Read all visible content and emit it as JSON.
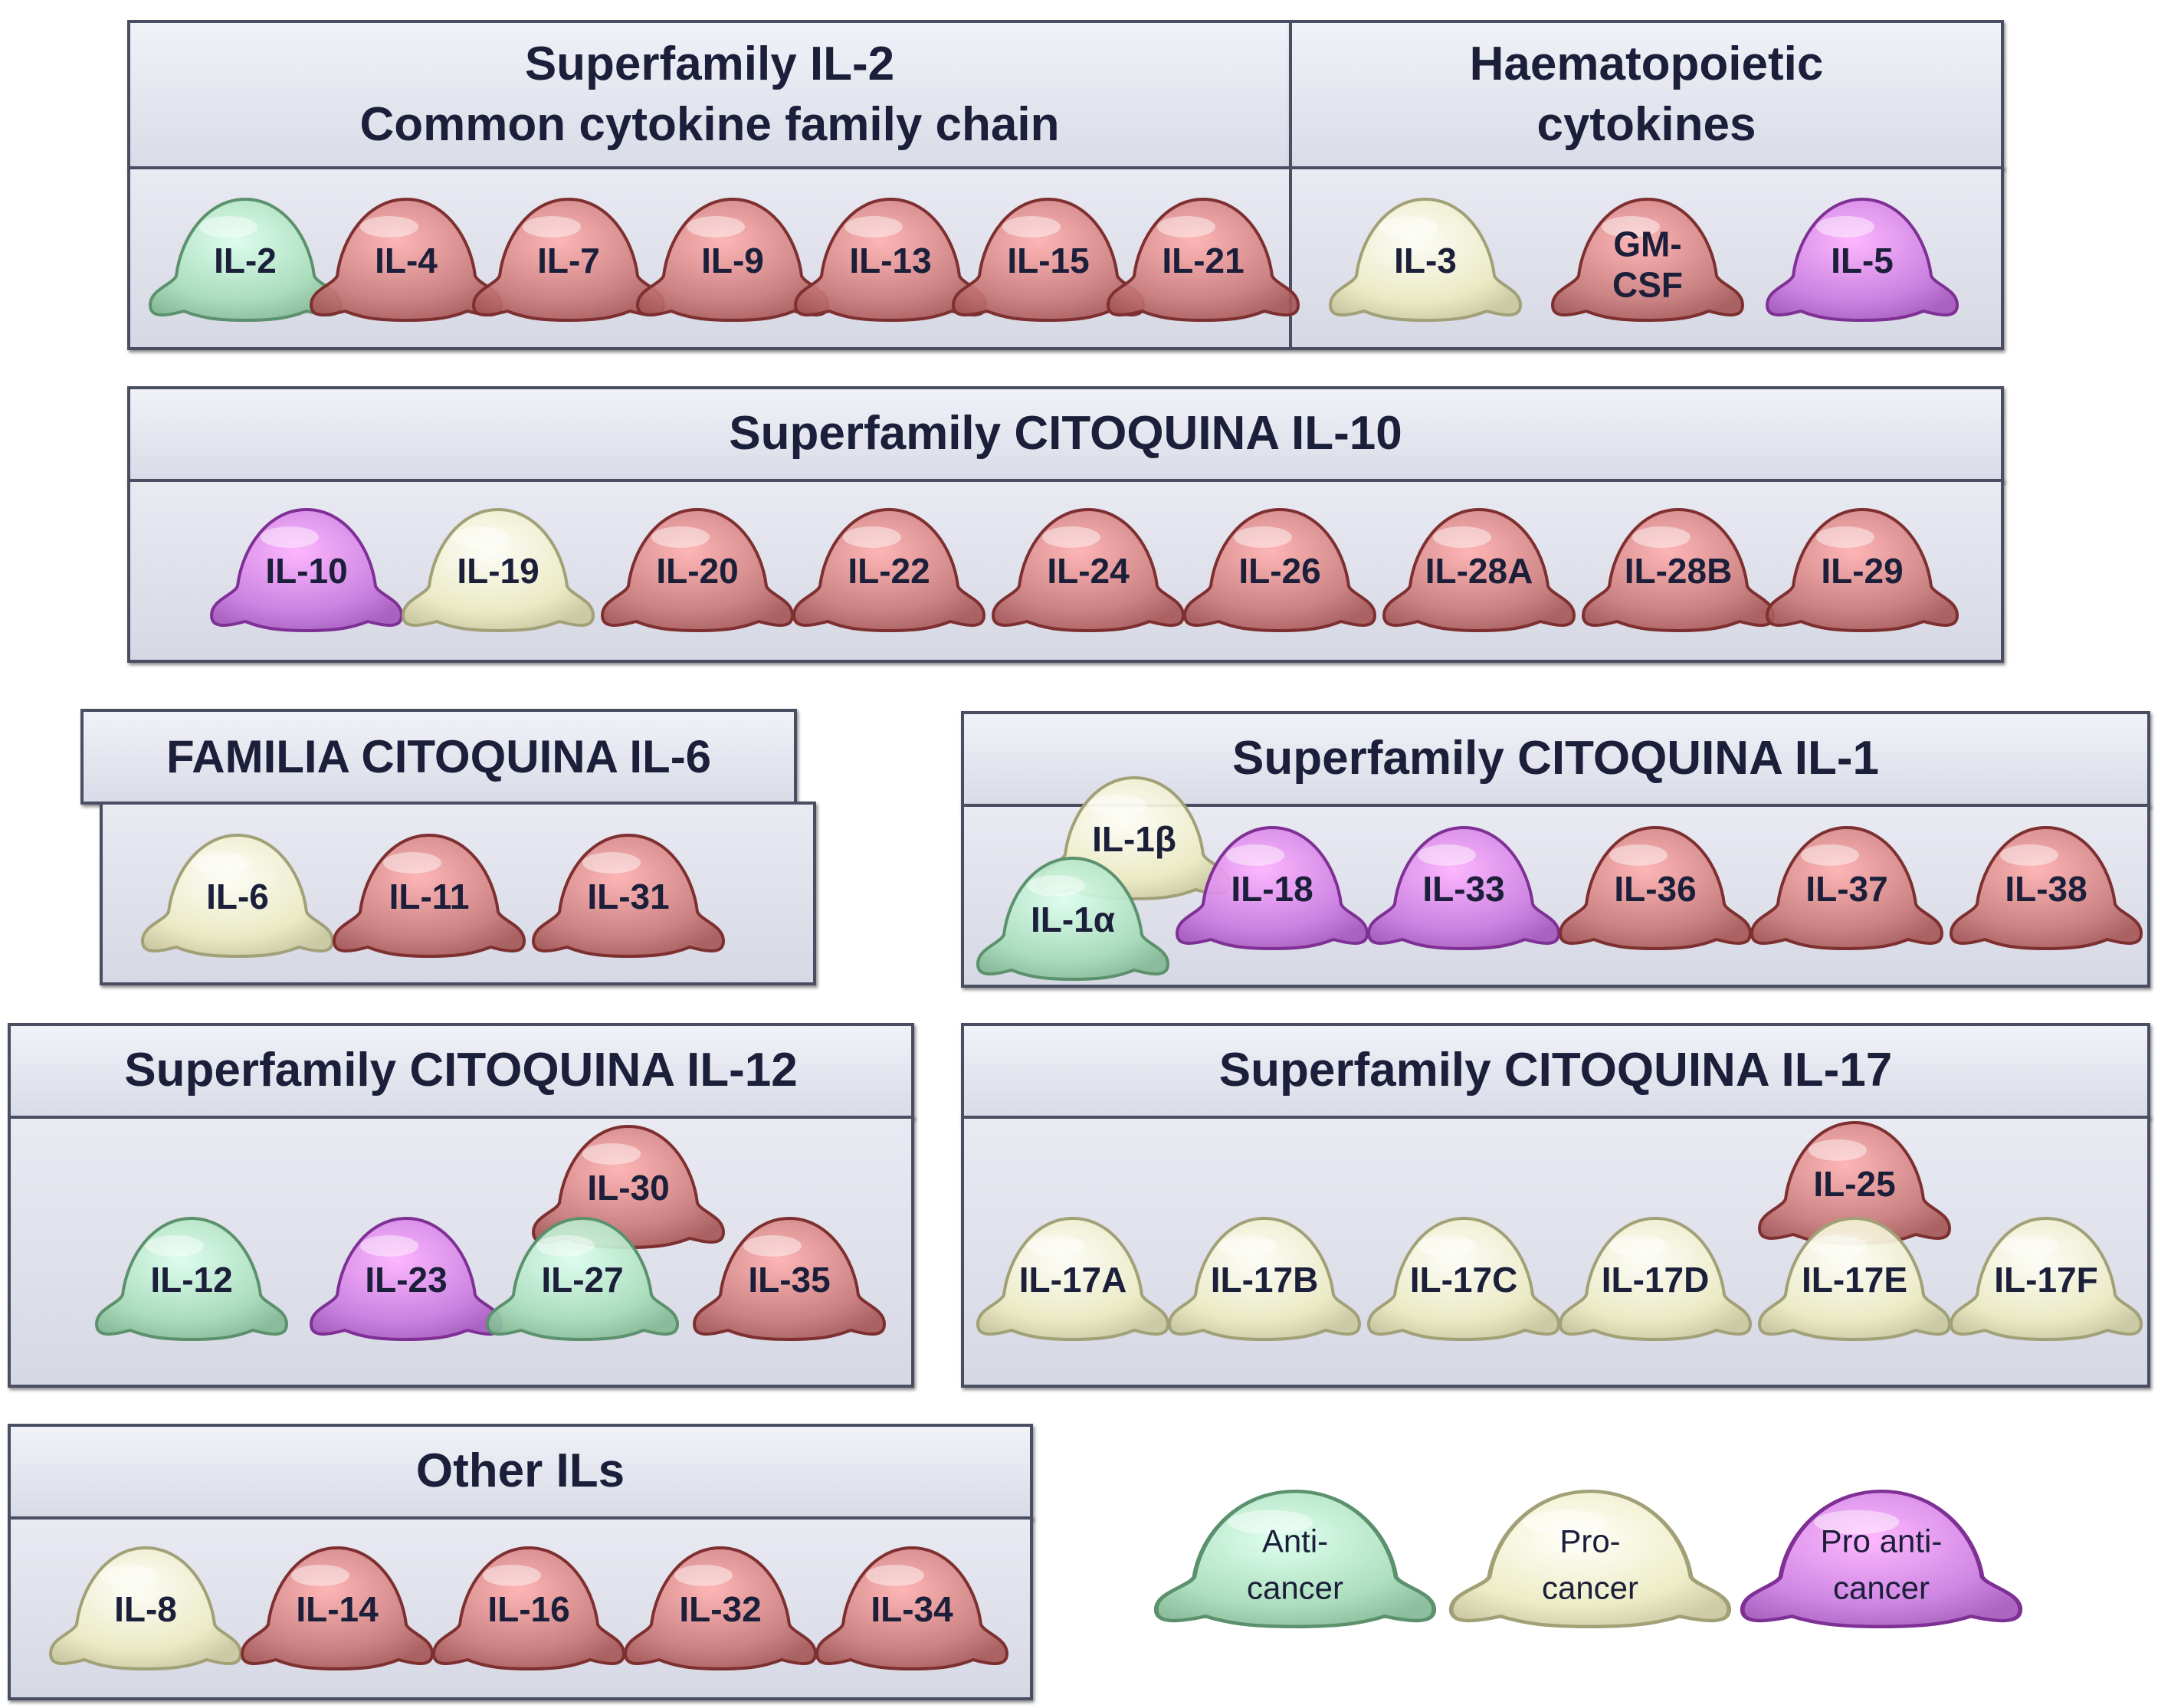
{
  "colors": {
    "red": "#c97a7a",
    "green": "#a6dcb8",
    "yellow": "#ecebc2",
    "purple": "#c97be0"
  },
  "families": {
    "il2": {
      "title": "Superfamily IL-2\nCommon cytokine family chain",
      "items": [
        {
          "label": "IL-2",
          "color": "green"
        },
        {
          "label": "IL-4",
          "color": "red"
        },
        {
          "label": "IL-7",
          "color": "red"
        },
        {
          "label": "IL-9",
          "color": "red"
        },
        {
          "label": "IL-13",
          "color": "red"
        },
        {
          "label": "IL-15",
          "color": "red"
        },
        {
          "label": "IL-21",
          "color": "red"
        }
      ]
    },
    "haem": {
      "title": "Haematopoietic\ncytokines",
      "items": [
        {
          "label": "IL-3",
          "color": "yellow"
        },
        {
          "label": "GM-\nCSF",
          "color": "red"
        },
        {
          "label": "IL-5",
          "color": "purple"
        }
      ]
    },
    "il10": {
      "title": "Superfamily CITOQUINA IL-10",
      "items": [
        {
          "label": "IL-10",
          "color": "purple"
        },
        {
          "label": "IL-19",
          "color": "yellow"
        },
        {
          "label": "IL-20",
          "color": "red"
        },
        {
          "label": "IL-22",
          "color": "red"
        },
        {
          "label": "IL-24",
          "color": "red"
        },
        {
          "label": "IL-26",
          "color": "red"
        },
        {
          "label": "IL-28A",
          "color": "red"
        },
        {
          "label": "IL-28B",
          "color": "red"
        },
        {
          "label": "IL-29",
          "color": "red"
        }
      ]
    },
    "il6": {
      "title": "FAMILIA CITOQUINA IL-6",
      "items": [
        {
          "label": "IL-6",
          "color": "yellow"
        },
        {
          "label": "IL-11",
          "color": "red"
        },
        {
          "label": "IL-31",
          "color": "red"
        }
      ]
    },
    "il1": {
      "title": "Superfamily CITOQUINA IL-1",
      "items": [
        {
          "label": "IL-1β",
          "color": "yellow"
        },
        {
          "label": "IL-1α",
          "color": "green"
        },
        {
          "label": "IL-18",
          "color": "purple"
        },
        {
          "label": "IL-33",
          "color": "purple"
        },
        {
          "label": "IL-36",
          "color": "red"
        },
        {
          "label": "IL-37",
          "color": "red"
        },
        {
          "label": "IL-38",
          "color": "red"
        }
      ]
    },
    "il12": {
      "title": "Superfamily CITOQUINA IL-12",
      "items": [
        {
          "label": "IL-30",
          "color": "red"
        },
        {
          "label": "IL-12",
          "color": "green"
        },
        {
          "label": "IL-23",
          "color": "purple"
        },
        {
          "label": "IL-27",
          "color": "green"
        },
        {
          "label": "IL-35",
          "color": "red"
        }
      ]
    },
    "il17": {
      "title": "Superfamily CITOQUINA IL-17",
      "items": [
        {
          "label": "IL-25",
          "color": "red"
        },
        {
          "label": "IL-17A",
          "color": "yellow"
        },
        {
          "label": "IL-17B",
          "color": "yellow"
        },
        {
          "label": "IL-17C",
          "color": "yellow"
        },
        {
          "label": "IL-17D",
          "color": "yellow"
        },
        {
          "label": "IL-17E",
          "color": "yellow"
        },
        {
          "label": "IL-17F",
          "color": "yellow"
        }
      ]
    },
    "other": {
      "title": "Other ILs",
      "items": [
        {
          "label": "IL-8",
          "color": "yellow"
        },
        {
          "label": "IL-14",
          "color": "red"
        },
        {
          "label": "IL-16",
          "color": "red"
        },
        {
          "label": "IL-32",
          "color": "red"
        },
        {
          "label": "IL-34",
          "color": "red"
        }
      ]
    }
  },
  "legend": [
    {
      "label": "Anti-\ncancer",
      "color": "green"
    },
    {
      "label": "Pro-\ncancer",
      "color": "yellow"
    },
    {
      "label": "Pro anti-\ncancer",
      "color": "purple"
    }
  ]
}
